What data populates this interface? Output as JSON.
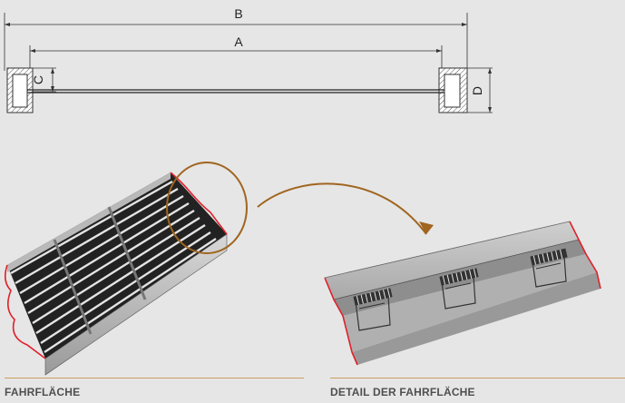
{
  "dimensions": {
    "b": "B",
    "a": "A",
    "c": "C",
    "d": "D"
  },
  "captions": {
    "left": "FAHRFLÄCHE",
    "right": "DETAIL DER FAHRFLÄCHE"
  },
  "colors": {
    "background": "#e6e6e6",
    "accent_curve": "#a0651f",
    "rule": "#c8a15a",
    "edge_red": "#e0202a",
    "caption_text": "#4f4f4f"
  }
}
